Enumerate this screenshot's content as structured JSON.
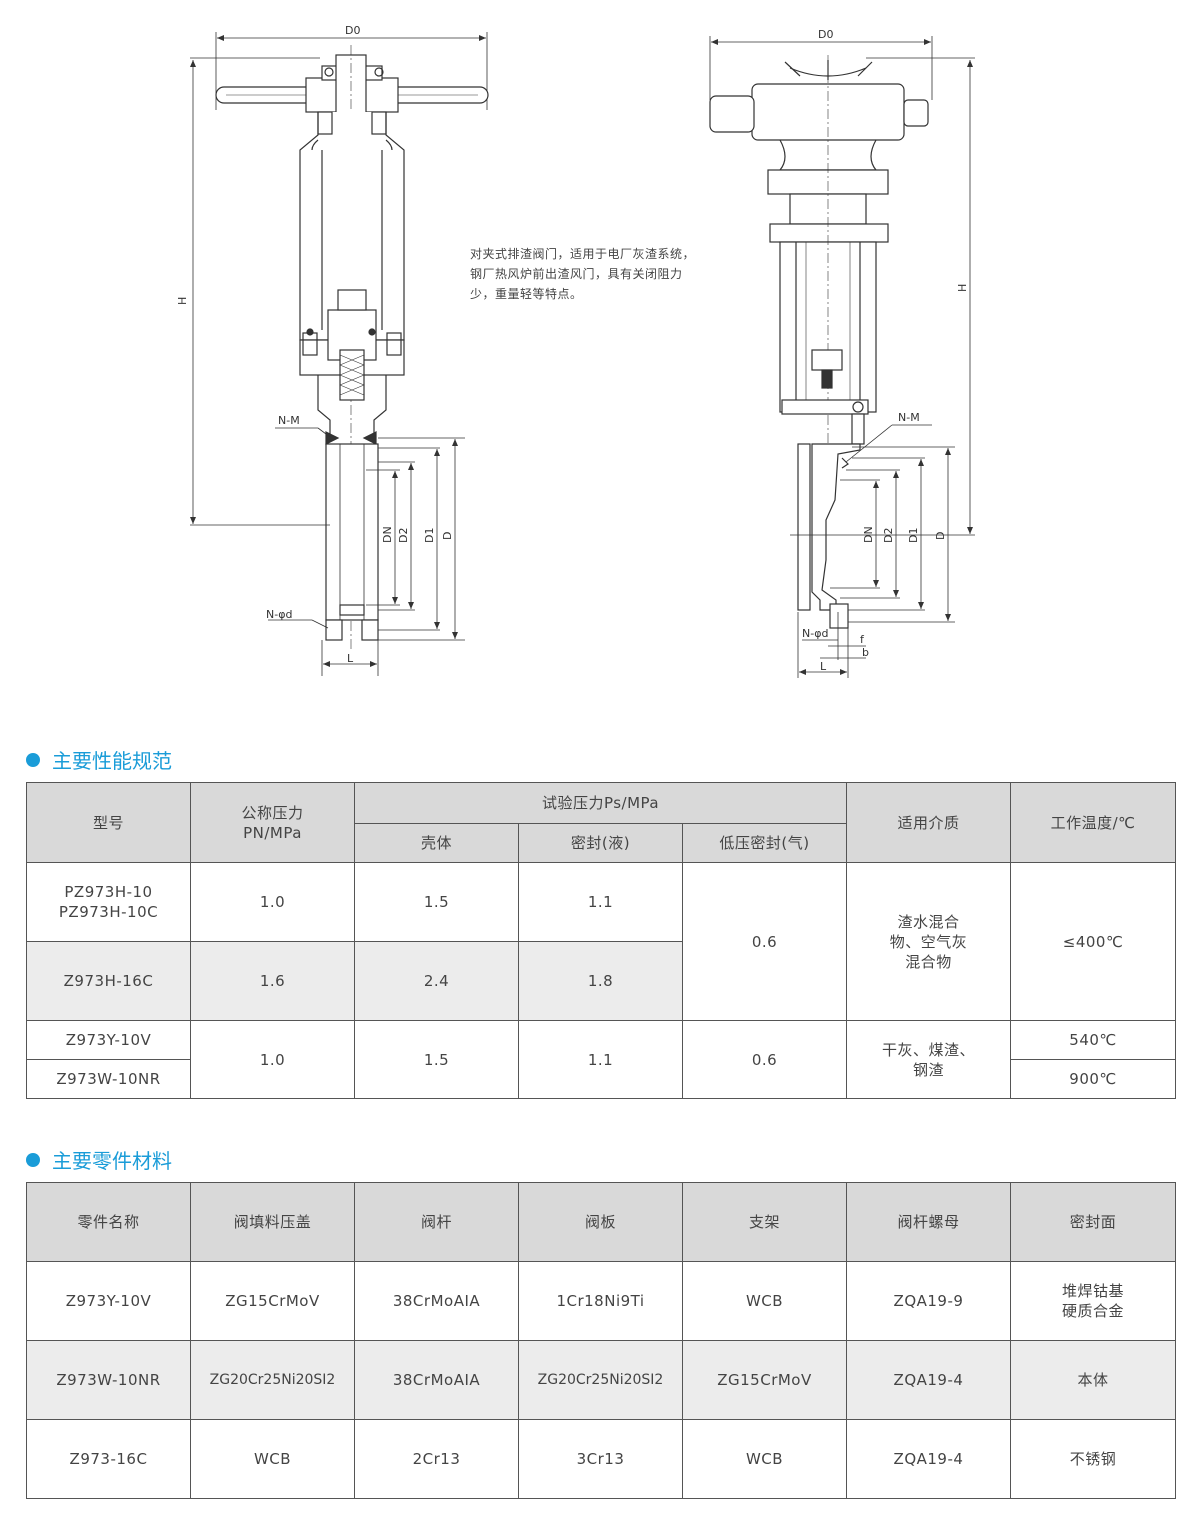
{
  "drawing": {
    "left": {
      "labels": {
        "d0": "D0",
        "h": "H",
        "nm": "N-M",
        "nphid": "N-φd",
        "dn": "DN",
        "d2": "D2",
        "d1": "D1",
        "d": "D",
        "l": "L"
      }
    },
    "right": {
      "labels": {
        "d0": "D0",
        "h": "H",
        "nm": "N-M",
        "nphid": "N-φd",
        "dn": "DN",
        "d2": "D2",
        "d1": "D1",
        "d": "D",
        "l": "L",
        "f": "f",
        "b": "b"
      }
    },
    "note": "对夹式排渣阀门，适用于电厂灰渣系统，钢厂热风炉前出渣风门，具有关闭阻力少，重量轻等特点。"
  },
  "performance": {
    "title": "主要性能规范",
    "headers": {
      "model": "型号",
      "pn": "公称压力\nPN/MPa",
      "test": "试验压力Ps/MPa",
      "shell": "壳体",
      "seal_liquid": "密封(液)",
      "seal_gas": "低压密封(气)",
      "medium": "适用介质",
      "temp": "工作温度/℃"
    },
    "rows": {
      "r1": {
        "model": "PZ973H-10\nPZ973H-10C",
        "pn": "1.0",
        "shell": "1.5",
        "seal": "1.1"
      },
      "r2": {
        "model": "Z973H-16C",
        "pn": "1.6",
        "shell": "2.4",
        "seal": "1.8"
      },
      "g1": {
        "gas": "0.6",
        "medium": "渣水混合\n物、空气灰\n混合物",
        "temp": "≤400℃"
      },
      "r3": {
        "model": "Z973Y-10V",
        "temp": "540℃"
      },
      "r4": {
        "model": "Z973W-10NR",
        "temp": "900℃"
      },
      "g2": {
        "pn": "1.0",
        "shell": "1.5",
        "seal": "1.1",
        "gas": "0.6",
        "medium": "干灰、煤渣、\n钢渣"
      }
    }
  },
  "materials": {
    "title": "主要零件材料",
    "headers": [
      "零件名称",
      "阀填料压盖",
      "阀杆",
      "阀板",
      "支架",
      "阀杆螺母",
      "密封面"
    ],
    "rows": [
      [
        "Z973Y-10V",
        "ZG15CrMoV",
        "38CrMoAIA",
        "1Cr18Ni9Ti",
        "WCB",
        "ZQA19-9",
        "堆焊钴基\n硬质合金"
      ],
      [
        "Z973W-10NR",
        "ZG20Cr25Ni20SI2",
        "38CrMoAIA",
        "ZG20Cr25Ni20SI2",
        "ZG15CrMoV",
        "ZQA19-4",
        "本体"
      ],
      [
        "Z973-16C",
        "WCB",
        "2Cr13",
        "3Cr13",
        "WCB",
        "ZQA19-4",
        "不锈钢"
      ]
    ]
  },
  "colors": {
    "accent": "#1a9cd8",
    "header_bg": "#d9d9d9",
    "shade_bg": "#ececec"
  }
}
